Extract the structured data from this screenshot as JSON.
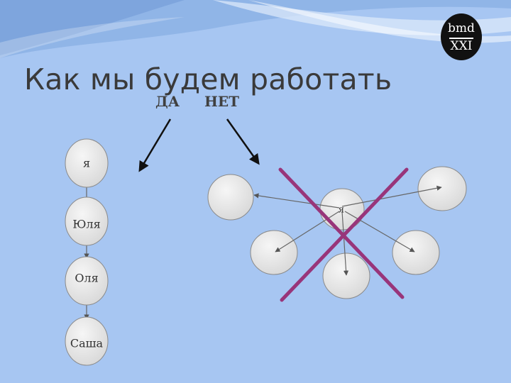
{
  "slide": {
    "title": "Как мы будем работать",
    "label_yes": "ДА",
    "label_no": "НЕТ",
    "logo": {
      "line1": "bmd",
      "line2": "XXI"
    }
  },
  "chain": {
    "nodes": [
      "я",
      "Юля",
      "Оля",
      "Саша"
    ]
  },
  "network": {
    "center_label": "я",
    "outer_nodes": [
      "",
      "",
      "",
      "",
      ""
    ]
  },
  "colors": {
    "background": "#a7c6f2",
    "node_fill": "#e6e6e6",
    "cross": "#98357a",
    "arrow": "#111111"
  }
}
